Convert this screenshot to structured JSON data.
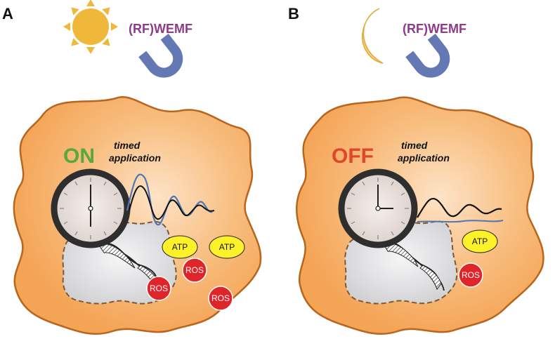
{
  "colors": {
    "cell_fill_outer": "#f4a455",
    "cell_fill_inner": "#fde3c7",
    "cell_stroke": "#b8651e",
    "nucleus_fill": "#e4e4e6",
    "nucleus_stroke": "#7a5a38",
    "sun": "#efb83a",
    "moon": "#f8cf72",
    "magnet": "#6479b3",
    "emf_text": "#8e3a8a",
    "on_text": "#5aa83c",
    "off_text": "#e0462a",
    "atp_fill": "#fdf22a",
    "ros_fill": "#e0252a",
    "wave_black": "#111111",
    "wave_blue": "#4f77b5"
  },
  "panels": [
    {
      "letter": "A",
      "light_icon": "sun-icon",
      "field_label": "(RF)WEMF",
      "field_icon": "magnet-icon",
      "state": "ON",
      "timed_line1": "timed",
      "timed_line2": "application",
      "clock_time": "6:00",
      "signals": [
        "wave-black",
        "wave-blue"
      ],
      "molecules": [
        {
          "kind": "ATP",
          "label": "ATP"
        },
        {
          "kind": "ATP",
          "label": "ATP"
        },
        {
          "kind": "ROS",
          "label": "ROS"
        },
        {
          "kind": "ROS",
          "label": "ROS"
        },
        {
          "kind": "ROS",
          "label": "ROS"
        }
      ]
    },
    {
      "letter": "B",
      "light_icon": "moon-icon",
      "field_label": "(RF)WEMF",
      "field_icon": "magnet-icon",
      "state": "OFF",
      "timed_line1": "timed",
      "timed_line2": "application",
      "clock_time": "3:00",
      "signals": [
        "wave-black",
        "wave-blue-flat"
      ],
      "molecules": [
        {
          "kind": "ATP",
          "label": "ATP"
        },
        {
          "kind": "ROS",
          "label": "ROS"
        }
      ]
    }
  ]
}
